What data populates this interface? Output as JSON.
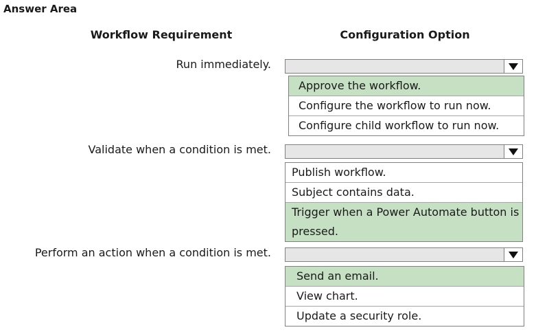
{
  "title": "Answer Area",
  "columns": {
    "requirement": "Workflow Requirement",
    "option": "Configuration Option"
  },
  "rows": [
    {
      "requirement": "Run immediately.",
      "options": [
        {
          "label": "Approve the workflow.",
          "selected": true
        },
        {
          "label": "Configure the workflow to run now.",
          "selected": false
        },
        {
          "label": "Configure child workflow to run now.",
          "selected": false
        }
      ]
    },
    {
      "requirement": "Validate when a condition is met.",
      "options": [
        {
          "label": "Publish workflow.",
          "selected": false
        },
        {
          "label": "Subject contains data.",
          "selected": false
        },
        {
          "label": "Trigger when a Power Automate button is pressed.",
          "selected": true
        }
      ]
    },
    {
      "requirement": "Perform an action when a condition is met.",
      "options": [
        {
          "label": "Send an email.",
          "selected": true
        },
        {
          "label": "View chart.",
          "selected": false
        },
        {
          "label": "Update a security role.",
          "selected": false
        }
      ]
    }
  ],
  "colors": {
    "selected_bg": "#c5e0c3",
    "dropdown_bg": "#e6e6e6",
    "border": "#7f7f7f"
  },
  "icons": {
    "dropdown_arrow": "triangle-down-icon"
  }
}
